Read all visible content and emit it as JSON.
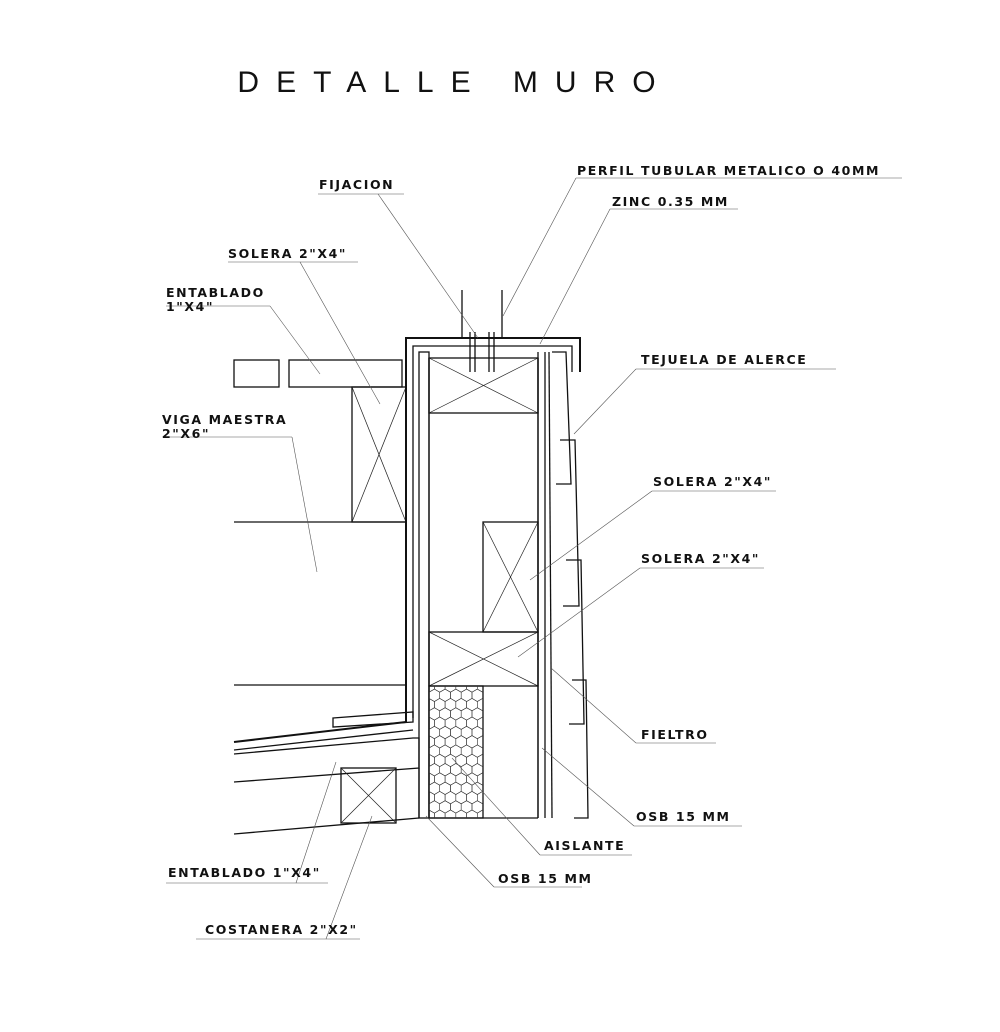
{
  "title": "DETALLE MURO",
  "labels": {
    "perfil": "PERFIL TUBULAR METALICO O 40MM",
    "zinc": "ZINC 0.35 MM",
    "fijacion": "FIJACION",
    "solera_top": "SOLERA 2\"X4\"",
    "entablado_top_1": "ENTABLADO",
    "entablado_top_2": "1\"X4\"",
    "viga_1": "VIGA MAESTRA",
    "viga_2": "2\"X6\"",
    "tejuela": "TEJUELA DE ALERCE",
    "solera_mid": "SOLERA 2\"X4\"",
    "solera_low": "SOLERA 2\"X4\"",
    "fieltro": "FIELTRO",
    "osb_right": "OSB 15 MM",
    "aislante": "AISLANTE",
    "osb_bottom": "OSB 15 MM",
    "entablado_bottom": "ENTABLADO 1\"X4\"",
    "costanera": "COSTANERA 2\"X2\""
  }
}
